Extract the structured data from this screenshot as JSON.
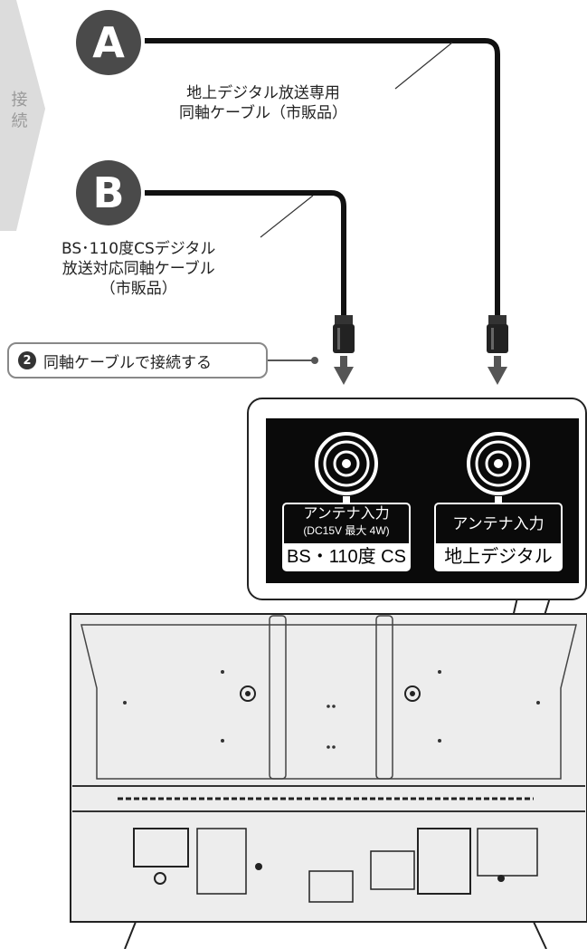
{
  "badges": {
    "a": "A",
    "b": "B"
  },
  "cable_a": {
    "line1": "地上デジタル放送専用",
    "line2": "同軸ケーブル（市販品）"
  },
  "cable_b": {
    "line1": "BS･110度CSデジタル",
    "line2": "放送対応同軸ケーブル",
    "line3": "（市販品）"
  },
  "step": {
    "number": "2",
    "text": "同軸ケーブルで接続する"
  },
  "ports": {
    "bs": {
      "line1": "アンテナ入力",
      "line2": "(DC15V 最大 4W)",
      "name": "BS・110度 CS"
    },
    "terrestrial": {
      "line1": "アンテナ入力",
      "name": "地上デジタル"
    }
  },
  "side_tab": {
    "text": "接 続"
  },
  "colors": {
    "dark": "#444444",
    "panel": "#0a0a0a",
    "tab": "#d9d9d9",
    "tv": "#ededed"
  }
}
